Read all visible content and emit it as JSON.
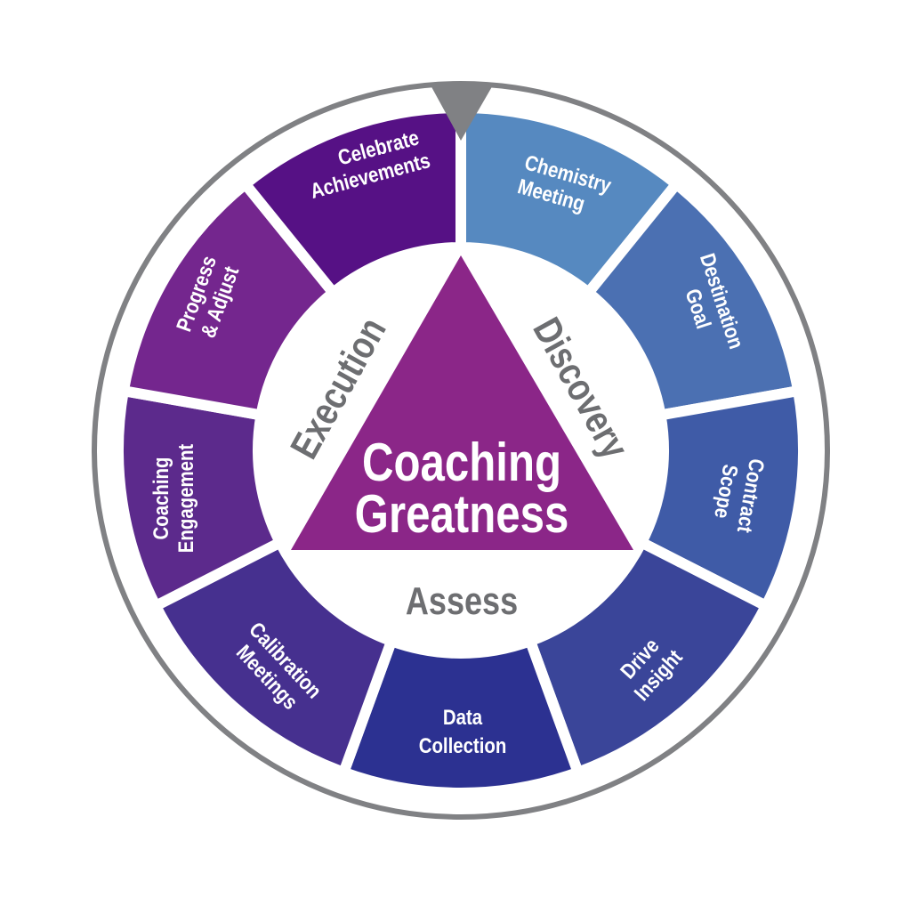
{
  "title": {
    "line1": "Coaching",
    "line2": "Greatness"
  },
  "phases": {
    "execution": "Execution",
    "discovery": "Discovery",
    "assess": "Assess"
  },
  "colors": {
    "triangle": "#8b2688",
    "ring": "#808184",
    "phase_text": "#6d6e71",
    "segment_text": "#ffffff"
  },
  "segments": [
    {
      "line1": "Chemistry",
      "line2": "Meeting",
      "color": "#5689c0"
    },
    {
      "line1": "Destination",
      "line2": "Goal",
      "color": "#4b70b2"
    },
    {
      "line1": "Contract",
      "line2": "Scope",
      "color": "#3f5ba7"
    },
    {
      "line1": "Drive",
      "line2": "Insight",
      "color": "#3a4599"
    },
    {
      "line1": "Data",
      "line2": "Collection",
      "color": "#2c3191"
    },
    {
      "line1": "Calibration",
      "line2": "Meetings",
      "color": "#46308f"
    },
    {
      "line1": "Coaching",
      "line2": "Engagement",
      "color": "#5c2a8c"
    },
    {
      "line1": "Progress",
      "line2": "& Adjust",
      "color": "#74268e"
    },
    {
      "line1": "Celebrate",
      "line2": "Achievements",
      "color": "#561185"
    }
  ],
  "pointer": {
    "icon": "triangle-pointer-icon",
    "color": "#808184"
  }
}
